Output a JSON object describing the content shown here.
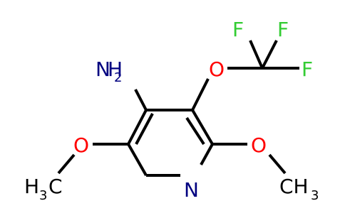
{
  "molecule": {
    "atoms": [
      {
        "id": "nh2",
        "label": "NH2",
        "main": "H",
        "sub": "2",
        "prefix": "N",
        "color": "#000080"
      },
      {
        "id": "o-ocf3",
        "label": "O",
        "color": "#ff0000"
      },
      {
        "id": "f1",
        "label": "F",
        "color": "#33cc33"
      },
      {
        "id": "f2",
        "label": "F",
        "color": "#33cc33"
      },
      {
        "id": "f3",
        "label": "F",
        "color": "#33cc33"
      },
      {
        "id": "o-left",
        "label": "O",
        "color": "#ff0000"
      },
      {
        "id": "o-right",
        "label": "O",
        "color": "#ff0000"
      },
      {
        "id": "n-ring",
        "label": "N",
        "color": "#000080"
      },
      {
        "id": "ch3-left",
        "label": "CH3",
        "color": "#000000"
      },
      {
        "id": "ch3-right",
        "label": "CH3",
        "color": "#000000"
      }
    ]
  },
  "labels": {
    "nh2_h": "H",
    "nh2_sub": "2",
    "nh2_n": "N",
    "o_top": "O",
    "f1": "F",
    "f2": "F",
    "f3": "F",
    "o_left": "O",
    "o_right": "O",
    "n_ring": "N",
    "ch3_left_h": "H",
    "ch3_left_sub": "3",
    "ch3_left_c": "C",
    "ch3_right_c": "CH",
    "ch3_right_sub": "3"
  },
  "colors": {
    "bond": "#000000",
    "nitrogen": "#000080",
    "oxygen": "#ff0000",
    "fluorine": "#33cc33",
    "carbon": "#000000"
  }
}
